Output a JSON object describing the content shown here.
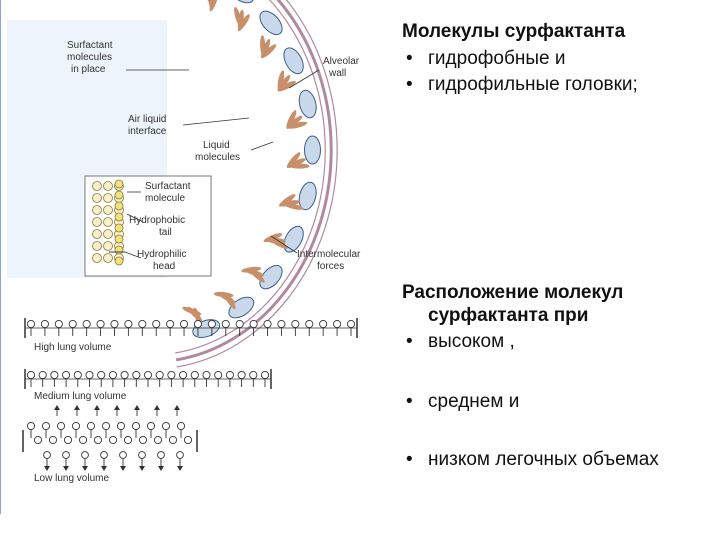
{
  "figure": {
    "labels": {
      "surfactant_in_place": [
        "Surfactant",
        "molecules",
        "in place"
      ],
      "alveolar_wall": [
        "Alveolar",
        "wall"
      ],
      "air_liquid": [
        "Air liquid",
        "interface"
      ],
      "liquid_molecules": [
        "Liquid",
        "molecules"
      ],
      "surfactant_molecule": [
        "Surfactant",
        "molecule"
      ],
      "hydrophobic_tail": [
        "Hydrophobic",
        "tail"
      ],
      "hydrophilic_head": [
        "Hydrophilic",
        "head"
      ],
      "intermolecular": [
        "Intermolecular",
        "forces"
      ],
      "high_volume": "High lung volume",
      "medium_volume": "Medium lung volume",
      "low_volume": "Low lung volume"
    },
    "colors": {
      "wall": "#b08a9c",
      "surfactant": "#c8906a",
      "droplet": "#c9d8ea",
      "droplet_edge": "#3a5f86",
      "inset_tail": "#f3e27a",
      "inset_head": "#f7f0c8"
    }
  },
  "right": {
    "section1": {
      "heading": "Молекулы сурфактанта",
      "bullets": [
        "гидрофобные и",
        "гидрофильные головки;"
      ]
    },
    "section2": {
      "heading_line1": "Расположение молекул",
      "heading_line2": "сурфактанта при",
      "bullets": [
        "высоком ,",
        "среднем и",
        "низком легочных объемах"
      ]
    }
  }
}
